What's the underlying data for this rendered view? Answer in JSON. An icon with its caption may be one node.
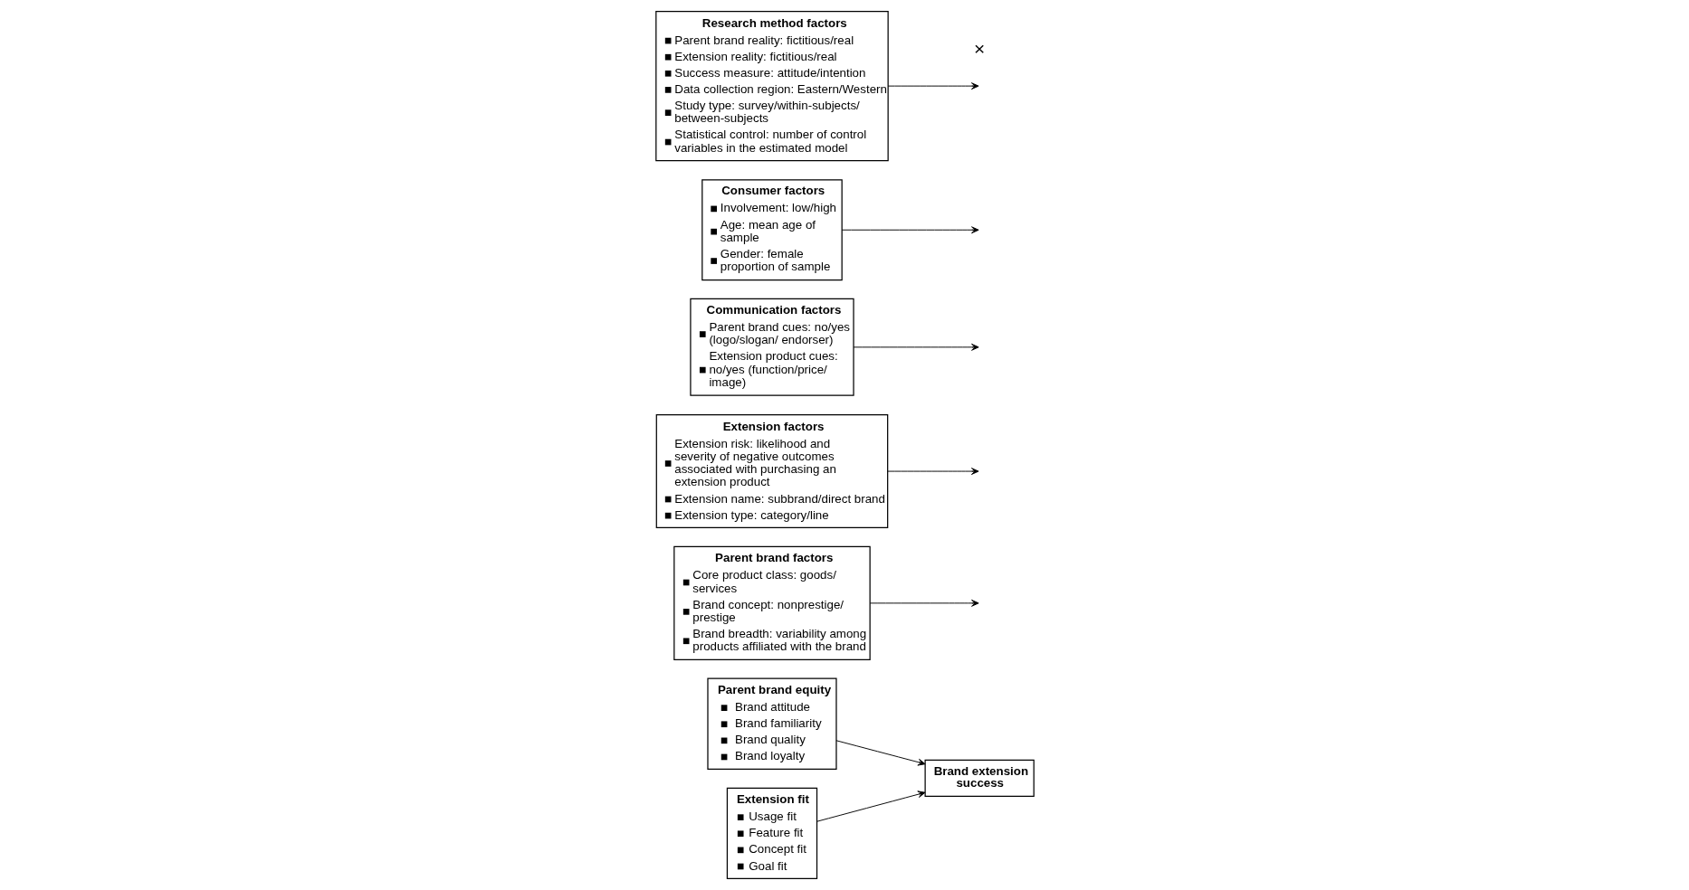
{
  "diagram": {
    "nodes": [
      {
        "text": [
          "Parent brand equity",
          "Brand attitude",
          "Brand familiarity",
          "Brand quality",
          "Brand loyalty"
        ]
      },
      {
        "text": [
          "Parent brand factors",
          "Core product class: goods/ services",
          "Brand concept: nonprestige/ prestige",
          "Brand breadth: variability among products affiliated with the brand"
        ]
      },
      {
        "text": [
          "Extension factors",
          "Extension risk: likelihood and severity of negative outcomes associated with purchasing an extension product",
          "Extension name: subbrand/direct brand",
          "Extension type: category/line"
        ]
      },
      {
        "text": [
          "Brand extension success"
        ]
      },
      {
        "text": [
          "Extension fit",
          "Usage fit",
          "Feature fit",
          "Concept fit",
          "Goal fit"
        ]
      },
      {
        "text": [
          "Communication factors",
          "Parent brand cues: no/yes (logo/slogan/ endorser)",
          "Extension product cues: no/yes (function/price/ image)"
        ]
      },
      {
        "text": [
          "Consumer factors",
          "Involvement: low/high",
          "Age: mean age of sample",
          "Gender: female proportion of sample"
        ]
      },
      {
        "text": [
          "Research method factors",
          "Parent brand reality: fictitious/real",
          "Extension reality: fictitious/real",
          "Success measure: attitude/intention",
          "Data collection region: Eastern/Western",
          "Study type: survey/within-subjects/ between-subjects",
          "Statistical control: number of control variables in the estimated model"
        ]
      }
    ],
    "edges": [
      {
        "from": 0,
        "to": 3,
        "arrow": "to"
      },
      {
        "from": 4,
        "to": 3,
        "arrow": "to"
      },
      {
        "from": 1,
        "to": null,
        "arrow": "to"
      },
      {
        "from": 2,
        "to": null,
        "arrow": "to"
      },
      {
        "from": 5,
        "to": null,
        "arrow": "to"
      },
      {
        "from": 6,
        "to": null,
        "arrow": "to"
      },
      {
        "from": 7,
        "to": null,
        "arrow": "to"
      }
    ],
    "labels": [
      "×"
    ]
  }
}
